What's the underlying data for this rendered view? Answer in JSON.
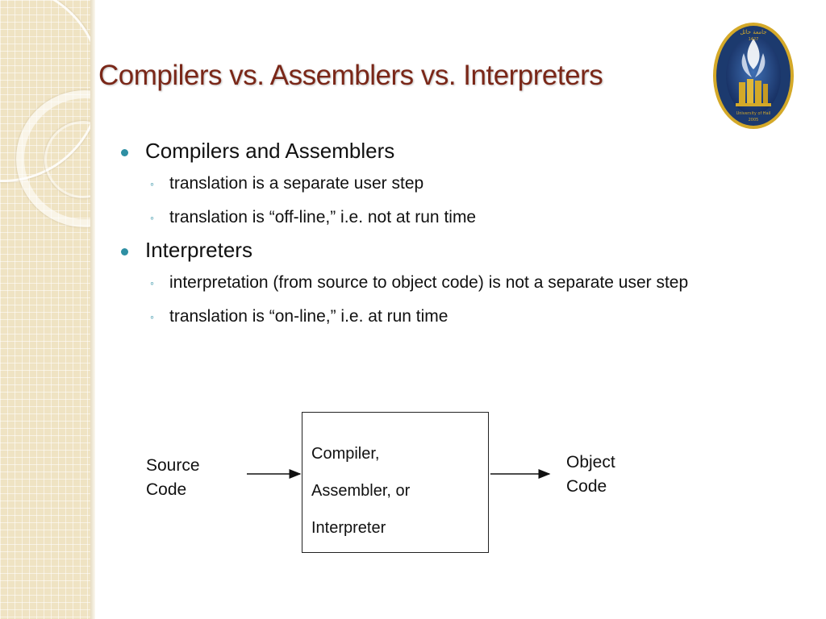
{
  "title": "Compilers vs. Assemblers vs. Interpreters",
  "logo": {
    "icon": "university-seal-icon",
    "arabic_text": "جامعة حائل",
    "english_text": "University of Hail",
    "year_top": "1427",
    "year_bottom": "2005",
    "colors": {
      "ring": "#1c3a6e",
      "gold": "#d4a929",
      "flame": "#ffffff"
    }
  },
  "bullets": [
    {
      "text": "Compilers and Assemblers",
      "sub": [
        "translation is a separate user step",
        "translation is “off-line,” i.e. not at run time"
      ]
    },
    {
      "text": "Interpreters",
      "sub": [
        "interpretation (from source to object code) is not a separate user step",
        "translation is “on-line,” i.e. at run time"
      ]
    }
  ],
  "diagram": {
    "input_line1": "Source",
    "input_line2": "Code",
    "box_line1": "Compiler,",
    "box_line2": "Assembler, or",
    "box_line3": "Interpreter",
    "output_line1": "Object",
    "output_line2": "Code"
  },
  "colors": {
    "title": "#7a2718",
    "bullet": "#2e8fa3",
    "sidebar": "#efe3c3"
  }
}
